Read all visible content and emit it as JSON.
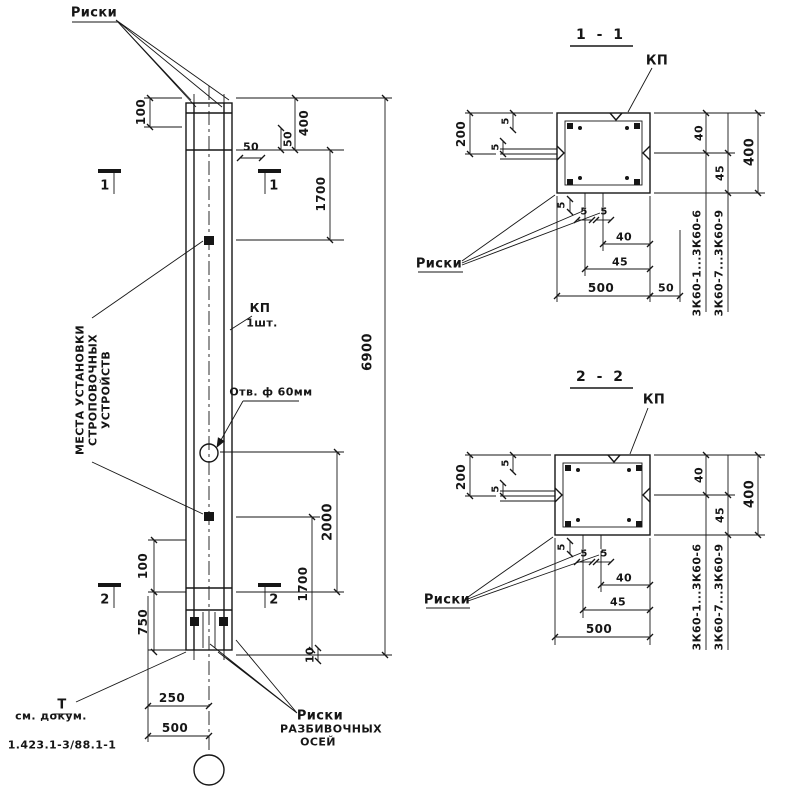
{
  "elevation": {
    "riski_label": "Риски",
    "kp_label": "КП",
    "kp_qty": "1шт.",
    "hole_label": "Отв. ф 60мм",
    "lifting": {
      "l1": "МЕСТА УСТАНОВКИ",
      "l2": "СТРОПОВОЧНЫХ",
      "l3": "УСТРОЙСТВ"
    },
    "riski_axes": {
      "l1": "Риски",
      "l2": "РАЗБИВОЧНЫХ",
      "l3": "ОСЕЙ"
    },
    "t_mark": "Т",
    "doc_ref": {
      "l1": "см. докум.",
      "l2": "1.423.1-3/88.1-1"
    },
    "section_marks": {
      "s1": "1",
      "s2": "2"
    },
    "dims": {
      "d100_top": "100",
      "d400_top": "400",
      "d50_a": "50",
      "d50_b": "50",
      "d1700_upper": "1700",
      "d6900": "6900",
      "d2000": "2000",
      "d100_bottom": "100",
      "d750": "750",
      "d1700_lower": "1700",
      "d10": "10",
      "d250": "250",
      "d500": "500"
    }
  },
  "section_1_1": {
    "title": "1 - 1",
    "kp_label": "КП",
    "riski_label": "Риски",
    "dims": {
      "d200": "200",
      "d5": "5",
      "d40_right": "40",
      "d45_right": "45",
      "d400": "400",
      "d40_bottom": "40",
      "d45_bottom": "45",
      "d500": "500",
      "d50": "50"
    },
    "series": {
      "s1": "3К60-1...3К60-6",
      "s2": "3К60-7...3К60-9"
    }
  },
  "section_2_2": {
    "title": "2 - 2",
    "kp_label": "КП",
    "riski_label": "Риски",
    "dims": {
      "d200": "200",
      "d5": "5",
      "d40_right": "40",
      "d45_right": "45",
      "d400": "400",
      "d40_bottom": "40",
      "d45_bottom": "45",
      "d500": "500"
    },
    "series": {
      "s1": "3К60-1...3К60-6",
      "s2": "3К60-7...3К60-9"
    }
  }
}
